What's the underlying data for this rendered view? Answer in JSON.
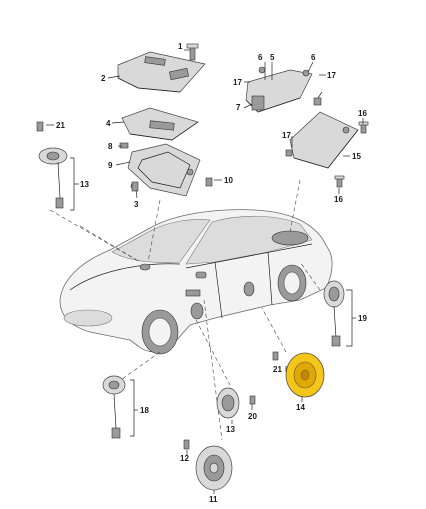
{
  "diagram": {
    "background": "#ffffff",
    "highlight_color": "#f5c518",
    "labels": [
      {
        "id": "1",
        "text": "1"
      },
      {
        "id": "2",
        "text": "2"
      },
      {
        "id": "3",
        "text": "3"
      },
      {
        "id": "4",
        "text": "4"
      },
      {
        "id": "5",
        "text": "5"
      },
      {
        "id": "6a",
        "text": "6"
      },
      {
        "id": "6b",
        "text": "6"
      },
      {
        "id": "7",
        "text": "7"
      },
      {
        "id": "8",
        "text": "8"
      },
      {
        "id": "9",
        "text": "9"
      },
      {
        "id": "10",
        "text": "10"
      },
      {
        "id": "11",
        "text": "11"
      },
      {
        "id": "12",
        "text": "12"
      },
      {
        "id": "13a",
        "text": "13"
      },
      {
        "id": "13b",
        "text": "13"
      },
      {
        "id": "14",
        "text": "14"
      },
      {
        "id": "15",
        "text": "15"
      },
      {
        "id": "16a",
        "text": "16"
      },
      {
        "id": "16b",
        "text": "16"
      },
      {
        "id": "17a",
        "text": "17"
      },
      {
        "id": "17b",
        "text": "17"
      },
      {
        "id": "17c",
        "text": "17"
      },
      {
        "id": "18",
        "text": "18"
      },
      {
        "id": "19",
        "text": "19"
      },
      {
        "id": "20",
        "text": "20"
      },
      {
        "id": "21a",
        "text": "21"
      },
      {
        "id": "21b",
        "text": "21"
      }
    ]
  }
}
